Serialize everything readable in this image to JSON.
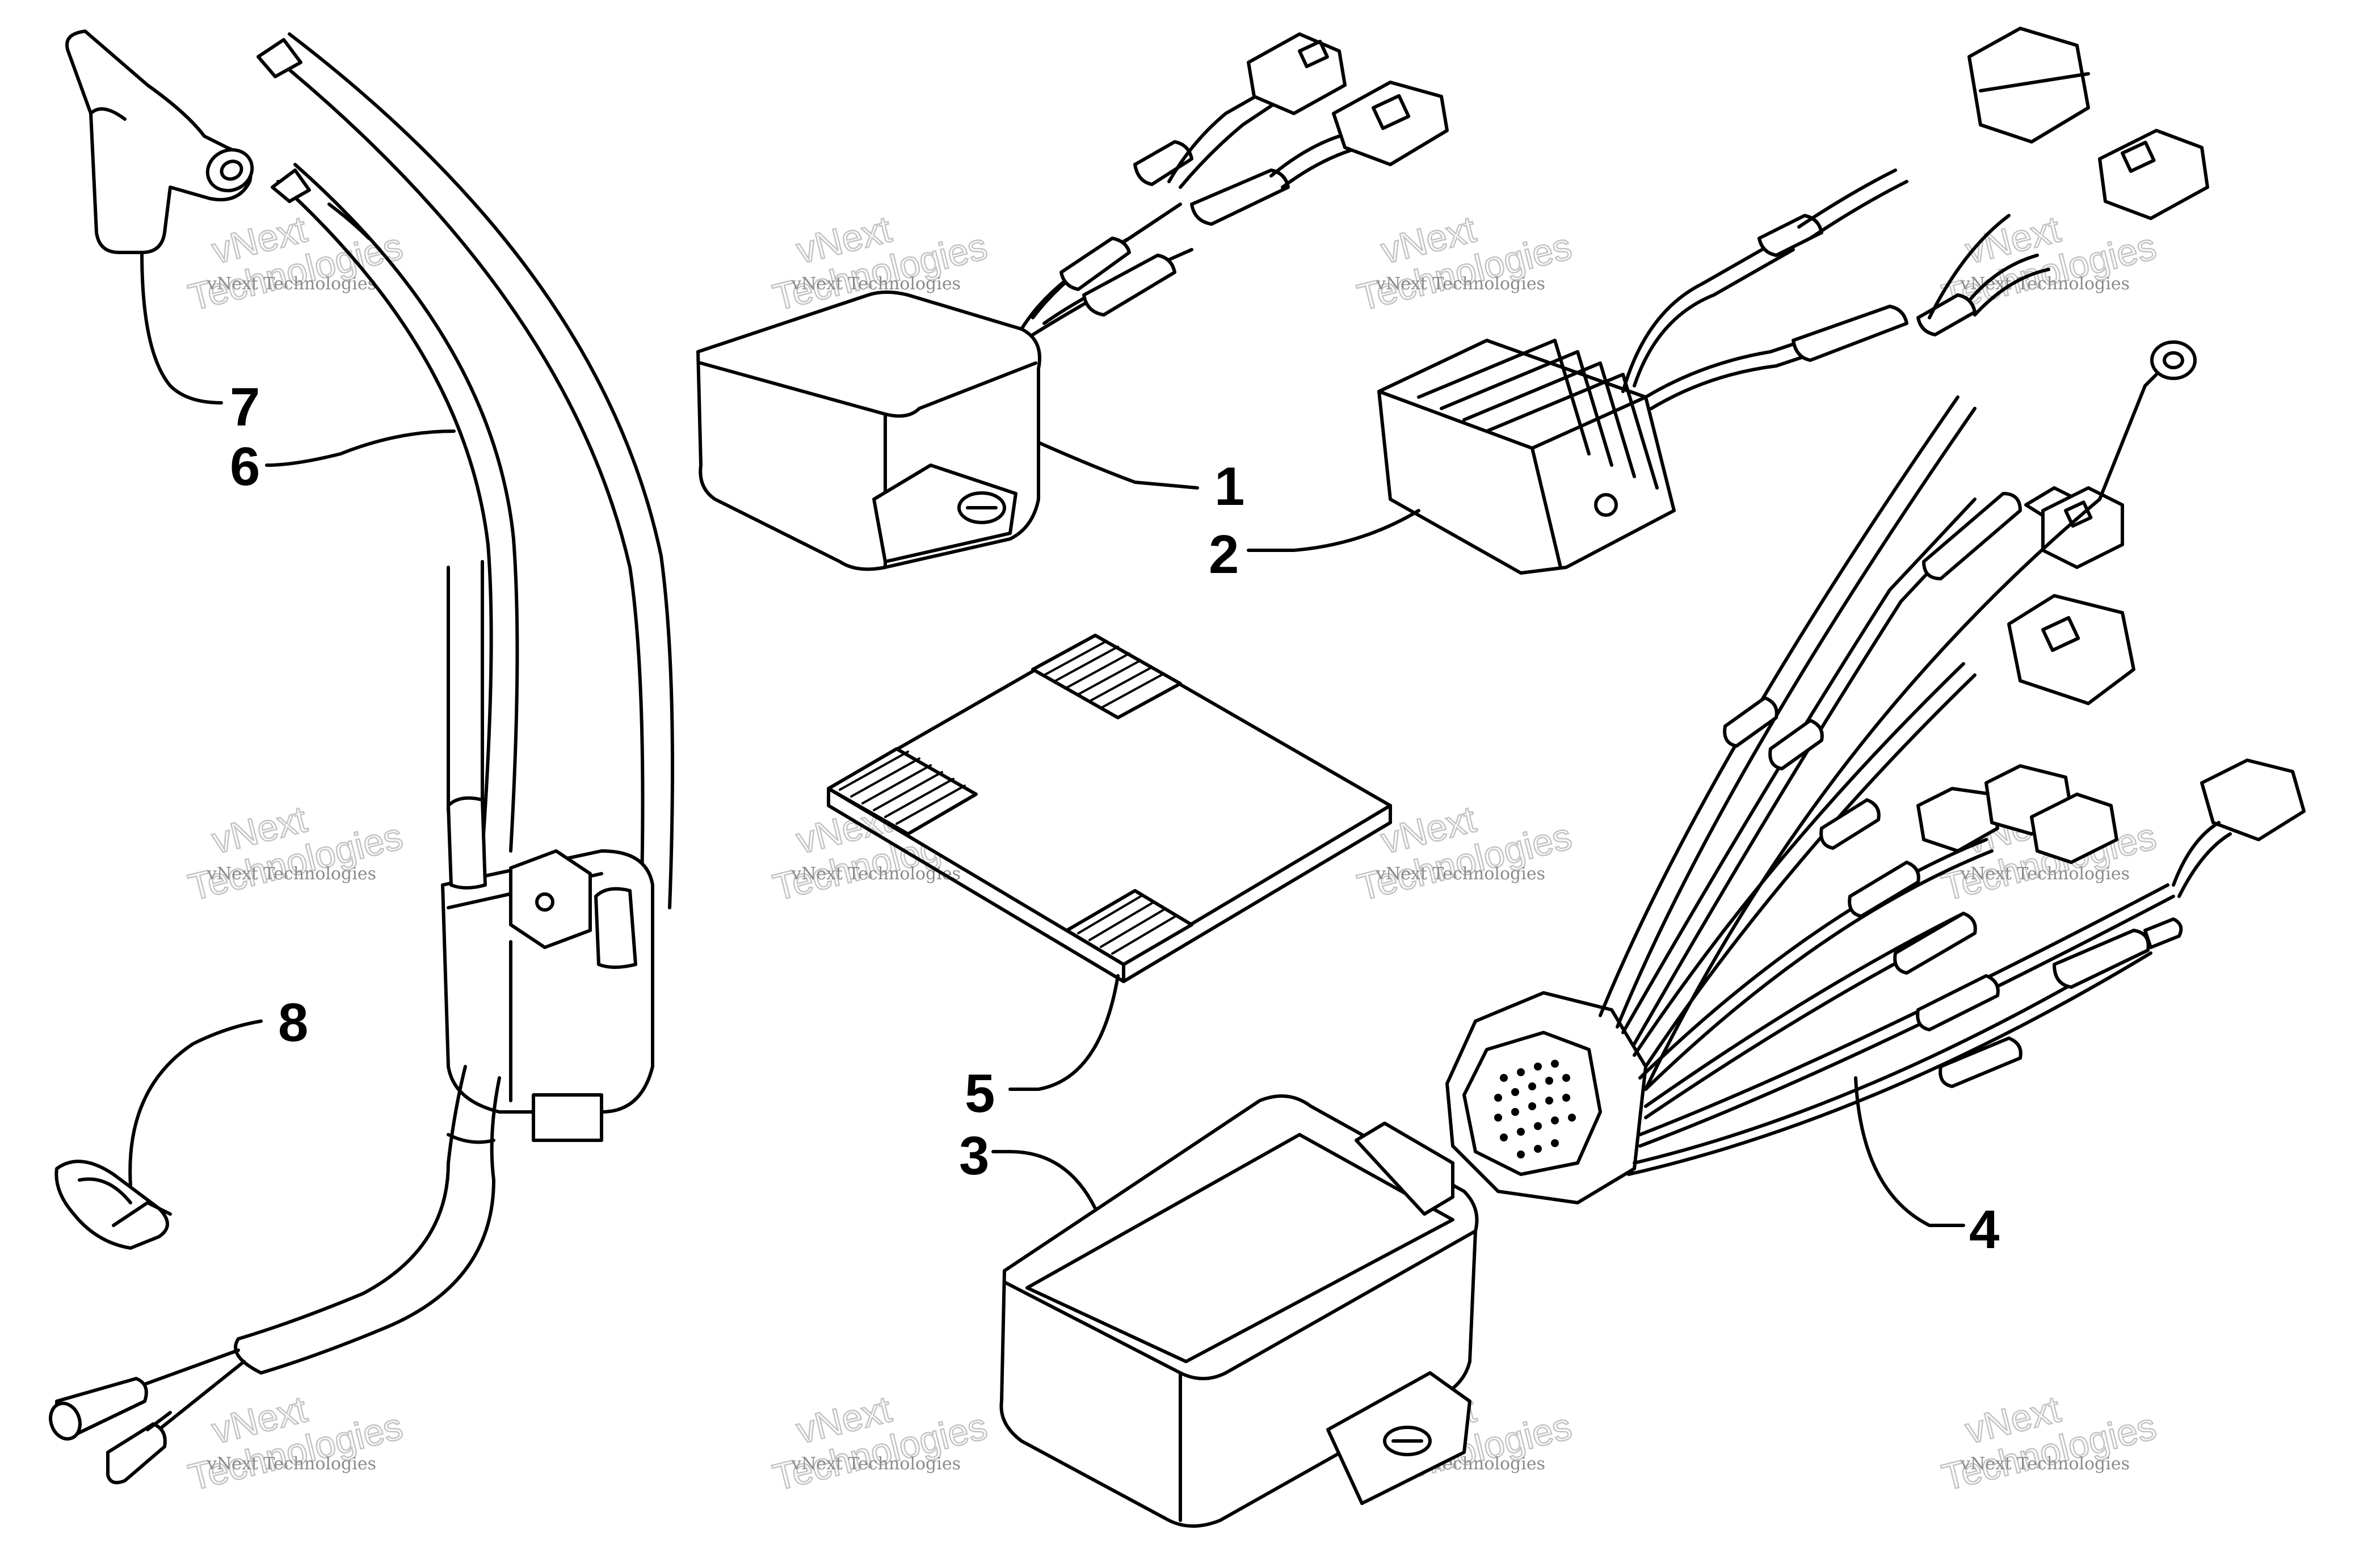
{
  "callouts": [
    {
      "label": "1"
    },
    {
      "label": "2"
    },
    {
      "label": "3"
    },
    {
      "label": "4"
    },
    {
      "label": "5"
    },
    {
      "label": "6"
    },
    {
      "label": "7"
    },
    {
      "label": "8"
    }
  ],
  "watermark": {
    "line1": "vNext Technologies",
    "line2": "Technologies",
    "line3": "vNext"
  },
  "colors": {
    "line": "#000000",
    "background": "#ffffff",
    "watermark": "#8a8a8a"
  }
}
